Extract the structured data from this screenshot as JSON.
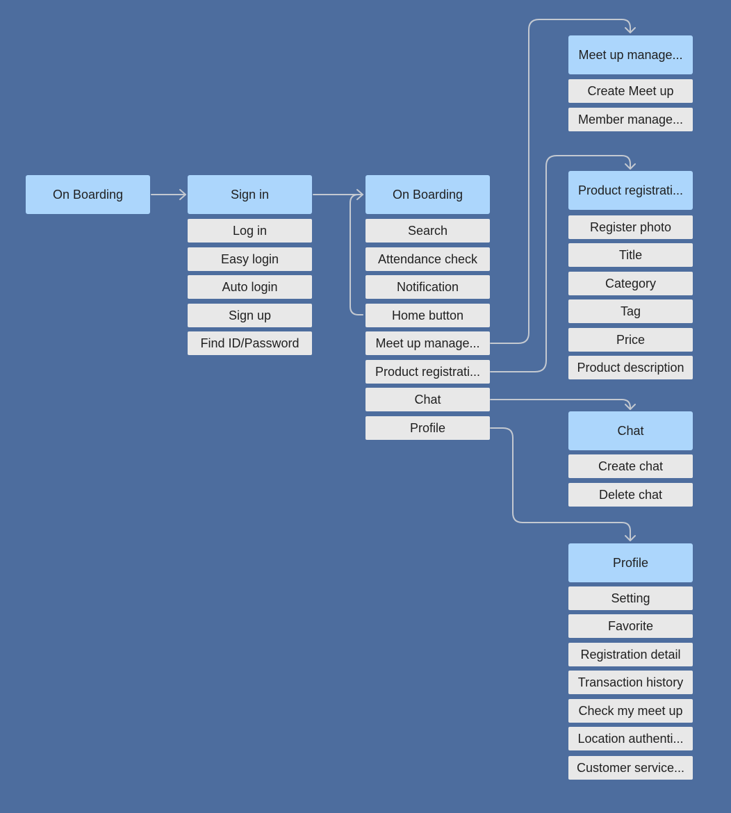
{
  "colors": {
    "background": "#4d6d9e",
    "header_fill": "#acd6fc",
    "item_fill": "#e8e8e8",
    "connector": "#c4c9d1",
    "text": "#1f1f1f"
  },
  "onboarding": {
    "header": "On Boarding"
  },
  "signin": {
    "header": "Sign in",
    "items": [
      "Log in",
      "Easy login",
      "Auto login",
      "Sign up",
      "Find ID/Password"
    ]
  },
  "home": {
    "header": "On Boarding",
    "items": [
      "Search",
      "Attendance check",
      "Notification",
      "Home button",
      "Meet up manage...",
      "Product registrati...",
      "Chat",
      "Profile"
    ]
  },
  "meetup": {
    "header": "Meet up manage...",
    "items": [
      "Create Meet up",
      "Member manage..."
    ]
  },
  "product": {
    "header": "Product registrati...",
    "items": [
      "Register photo",
      "Title",
      "Category",
      "Tag",
      "Price",
      "Product description"
    ]
  },
  "chat": {
    "header": "Chat",
    "items": [
      "Create chat",
      "Delete chat"
    ]
  },
  "profile": {
    "header": "Profile",
    "items": [
      "Setting",
      "Favorite",
      "Registration detail",
      "Transaction history",
      "Check my meet up",
      "Location authenti...",
      "Customer service..."
    ]
  }
}
